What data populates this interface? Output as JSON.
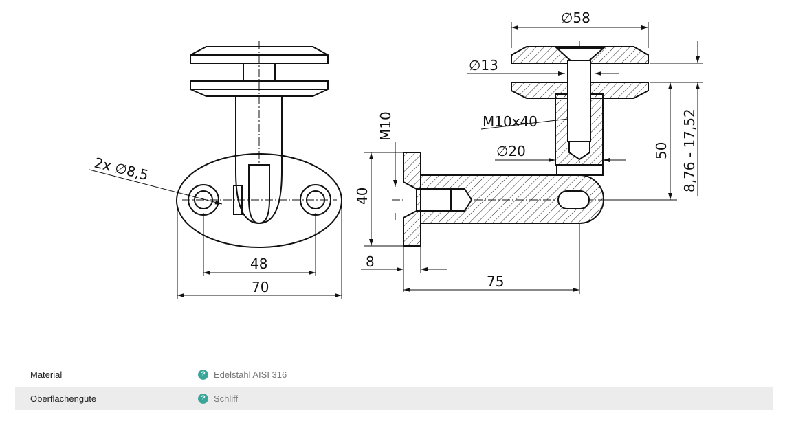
{
  "drawing": {
    "dims": {
      "d58": "∅58",
      "d13": "∅13",
      "m10x40": "M10x40",
      "d20": "∅20",
      "m10": "M10",
      "holes": "2x ∅8,5",
      "w48": "48",
      "w70": "70",
      "h40": "40",
      "t8": "8",
      "l75": "75",
      "h50": "50",
      "range": "8,76 - 17,52"
    }
  },
  "specs": [
    {
      "label": "Material",
      "value": "Edelstahl AISI 316",
      "icon": "question-icon"
    },
    {
      "label": "Oberflächengüte",
      "value": "Schliff",
      "icon": "question-icon"
    }
  ],
  "colors": {
    "accent": "#3aa69a"
  }
}
